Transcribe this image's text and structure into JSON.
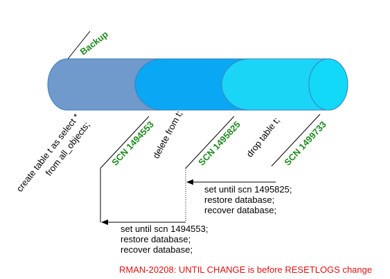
{
  "colors": {
    "segment_backup": "#7099CC",
    "segment_1": "#0AA8F4",
    "segment_2": "#1AD5F6",
    "segment_3": "#12D9F7",
    "outline": "#3A7FBF",
    "label_green": "#1E8A1E",
    "error_red": "#E01010"
  },
  "backup_label": "Backup",
  "operations": {
    "create_line1": "create table t as select *",
    "create_line2": "from all_objects;",
    "delete": "delete from t;",
    "drop": "drop table t;"
  },
  "scns": {
    "scn1": "SCN  1494553",
    "scn2": "SCN  1495825",
    "scn3": "SCN  1499733"
  },
  "recover_1": {
    "line1": "set until scn 1495825;",
    "line2": "restore database;",
    "line3": "recover database;"
  },
  "recover_2": {
    "line1": "set until scn 1494553;",
    "line2": "restore database;",
    "line3": "recover database;"
  },
  "error_message": "RMAN-20208: UNTIL CHANGE is before RESETLOGS change"
}
